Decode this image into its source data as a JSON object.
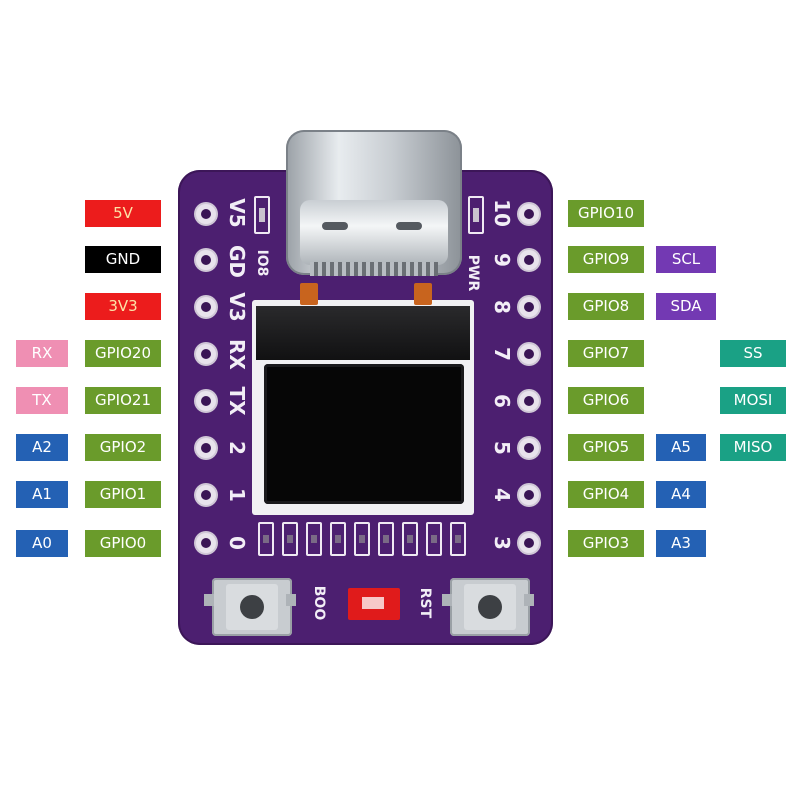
{
  "left_labels": {
    "power": [
      "5V",
      "GND",
      "3V3"
    ],
    "rx": "RX",
    "tx": "TX",
    "gpio": [
      "GPIO20",
      "GPIO21",
      "GPIO2",
      "GPIO1",
      "GPIO0"
    ],
    "analog": [
      "A2",
      "A1",
      "A0"
    ]
  },
  "right_labels": {
    "gpio": [
      "GPIO10",
      "GPIO9",
      "GPIO8",
      "GPIO7",
      "GPIO6",
      "GPIO5",
      "GPIO4",
      "GPIO3"
    ],
    "i2c": [
      "SCL",
      "SDA"
    ],
    "spi": [
      "SS",
      "MOSI",
      "MISO"
    ],
    "analog": [
      "A5",
      "A4",
      "A3"
    ]
  },
  "board_text": {
    "left_pins": [
      "V5",
      "GD",
      "V3",
      "RX",
      "TX",
      "2",
      "1",
      "0"
    ],
    "right_pins": [
      "10",
      "9",
      "8",
      "7",
      "6",
      "5",
      "4",
      "3"
    ],
    "io8": "IO8",
    "pwr": "PWR",
    "boot": "BOO",
    "rst": "RST"
  },
  "colors": {
    "board": "#4c1f70",
    "power_red": "#ec1c1c",
    "ground_black": "#000000",
    "uart_pink": "#ef8fb3",
    "gpio_green": "#6a9b2b",
    "analog_blue": "#2461b4",
    "i2c_purple": "#7339b3",
    "spi_teal": "#1aa185"
  }
}
